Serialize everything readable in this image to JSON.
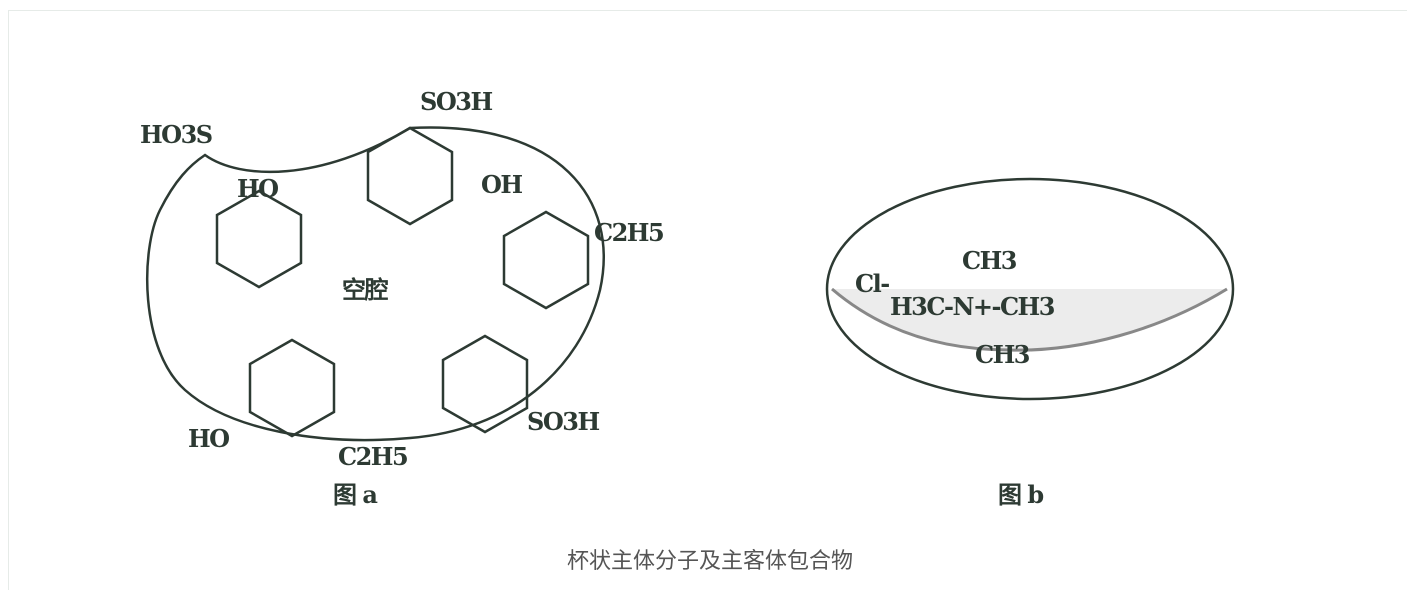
{
  "figure_a": {
    "labels": {
      "ho3s_top_left": "HO3S",
      "so3h_top": "SO3H",
      "ho_inner": "HO",
      "oh_inner": "OH",
      "c2h5_right": "C2H5",
      "cavity": "空腔",
      "ho_bottom_left": "HO",
      "c2h5_bottom": "C2H5",
      "so3h_bottom_right": "SO3H"
    },
    "caption": "图 a"
  },
  "figure_b": {
    "labels": {
      "ch3_top": "CH3",
      "cl_minus": "Cl-",
      "h3c_n_ch3": "H3C-N+-CH3",
      "ch3_bottom": "CH3"
    },
    "caption": "图 b"
  },
  "caption": "杯状主体分子及主客体包合物",
  "colors": {
    "stroke": "#2d3a33",
    "guest_fill": "#ececec",
    "guest_curve": "#888888"
  }
}
